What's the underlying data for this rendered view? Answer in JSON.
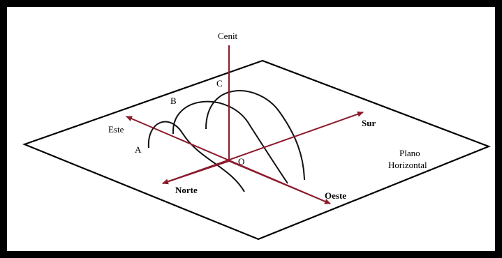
{
  "labels": {
    "zenith": "Cenit",
    "east": "Este",
    "south": "Sur",
    "north": "Norte",
    "west": "Oeste",
    "origin": "O",
    "plane_line1": "Plano",
    "plane_line2": "Horizontal",
    "path_a": "A",
    "path_b": "B",
    "path_c": "C"
  },
  "colors": {
    "axis": "#8b1a2b",
    "plane": "#000000",
    "paths": "#111111",
    "frame": "#000000"
  }
}
